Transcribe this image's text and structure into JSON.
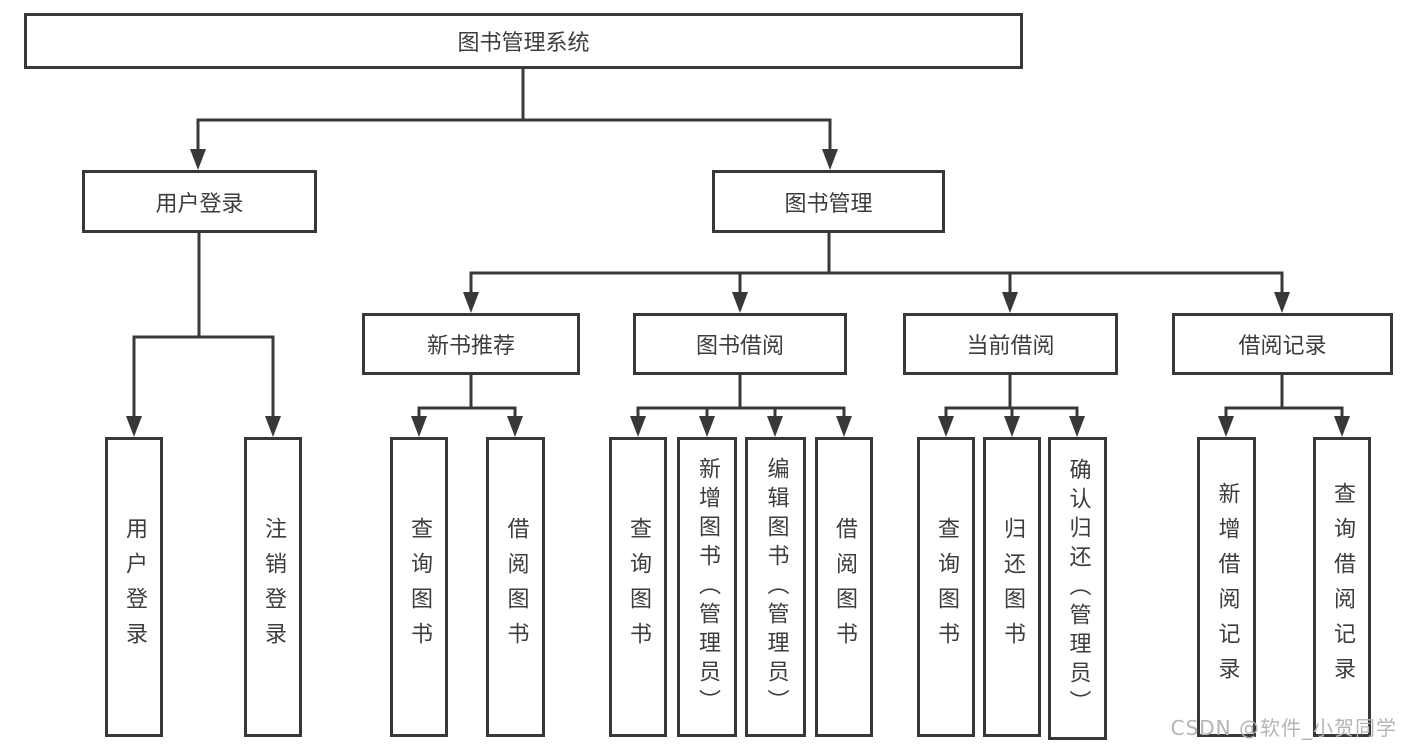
{
  "root": {
    "label": "图书管理系统"
  },
  "branches": [
    {
      "label": "用户登录",
      "children": [
        {
          "label": "用户登录"
        },
        {
          "label": "注销登录"
        }
      ]
    },
    {
      "label": "图书管理",
      "children": [
        {
          "label": "新书推荐",
          "children": [
            {
              "label": "查询图书"
            },
            {
              "label": "借阅图书"
            }
          ]
        },
        {
          "label": "图书借阅",
          "children": [
            {
              "label": "查询图书"
            },
            {
              "label": "新增图书（管理员）"
            },
            {
              "label": "编辑图书（管理员）"
            },
            {
              "label": "借阅图书"
            }
          ]
        },
        {
          "label": "当前借阅",
          "children": [
            {
              "label": "查询图书"
            },
            {
              "label": "归还图书"
            },
            {
              "label": "确认归还（管理员）"
            }
          ]
        },
        {
          "label": "借阅记录",
          "children": [
            {
              "label": "新增借阅记录"
            },
            {
              "label": "查询借阅记录"
            }
          ]
        }
      ]
    }
  ],
  "watermark": "CSDN @软件_小贺同学",
  "colors": {
    "line": "#383838",
    "text": "#3d3d3d",
    "watermark": "#b5b5b5",
    "background": "#ffffff"
  }
}
